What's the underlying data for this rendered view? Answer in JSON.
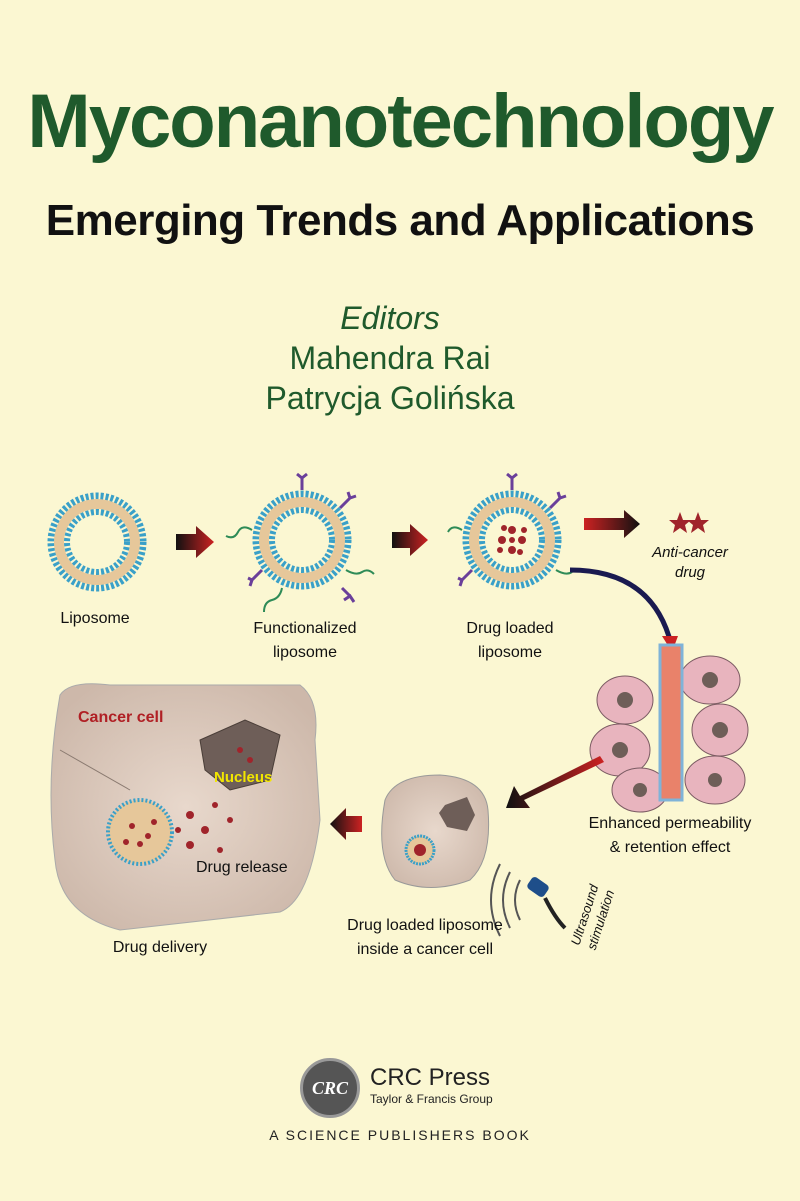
{
  "cover": {
    "title": "Myconanotechnology",
    "subtitle": "Emerging Trends and Applications",
    "editors_label": "Editors",
    "editors": [
      "Mahendra Rai",
      "Patrycja Golińska"
    ]
  },
  "figure": {
    "labels": {
      "liposome": "Liposome",
      "functionalized_1": "Functionalized",
      "functionalized_2": "liposome",
      "drug_loaded_1": "Drug loaded",
      "drug_loaded_2": "liposome",
      "anticancer_1": "Anti-cancer",
      "anticancer_2": "drug",
      "epr_1": "Enhanced permeability",
      "epr_2": "& retention effect",
      "inside_1": "Drug loaded liposome",
      "inside_2": "inside a cancer cell",
      "ultrasound_1": "Ultrasound",
      "ultrasound_2": "stimulation",
      "cancer_cell": "Cancer cell",
      "nucleus": "Nucleus",
      "drug_release": "Drug release",
      "drug_delivery": "Drug delivery"
    },
    "colors": {
      "lipid_head": "#3aa0c8",
      "lipid_tail": "#e6c79a",
      "drug": "#a0242b",
      "cell": "#d9c6b8",
      "nucleus": "#6e5e58",
      "cancer_label": "#b01f24",
      "nucleus_label": "#f2e600"
    }
  },
  "publisher": {
    "logo_text": "CRC",
    "name": "CRC Press",
    "group": "Taylor & Francis Group",
    "series": "A SCIENCE PUBLISHERS BOOK"
  }
}
